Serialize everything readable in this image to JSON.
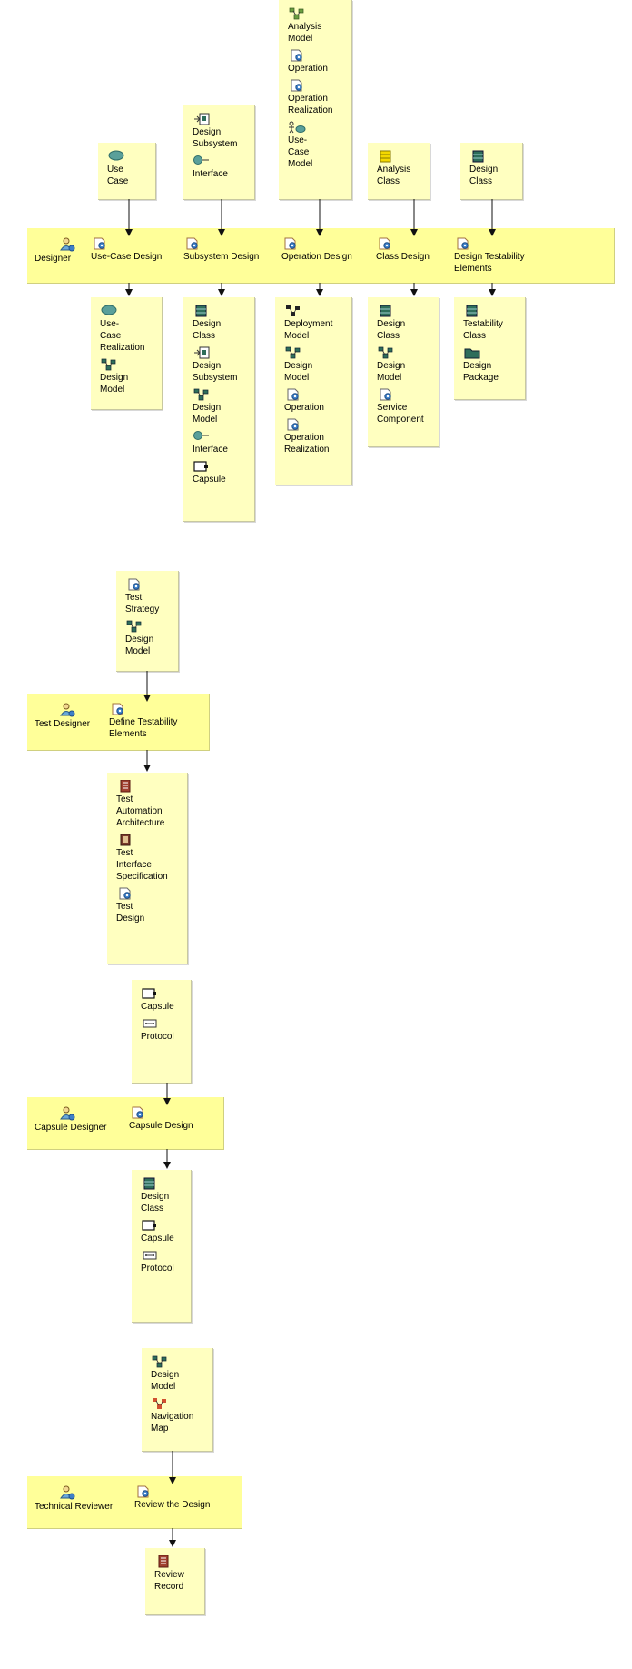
{
  "workflows": [
    {
      "role": "Designer",
      "tasks": [
        {
          "name": "Use-Case Design",
          "inputs": [
            "Use\nCase"
          ],
          "outputs": [
            "Use-\nCase\nRealization",
            "Design\nModel"
          ]
        },
        {
          "name": "Subsystem Design",
          "inputs": [
            "Design\nSubsystem",
            "Interface"
          ],
          "outputs": [
            "Design\nClass",
            "Design\nSubsystem",
            "Design\nModel",
            "Interface",
            "Capsule"
          ]
        },
        {
          "name": "Operation Design",
          "inputs": [
            "Analysis\nModel",
            "Operation",
            "Operation\nRealization",
            "Use-\nCase\nModel"
          ],
          "outputs": [
            "Deployment\nModel",
            "Design\nModel",
            "Operation",
            "Operation\nRealization"
          ]
        },
        {
          "name": "Class Design",
          "inputs": [
            "Analysis\nClass"
          ],
          "outputs": [
            "Design\nClass",
            "Design\nModel",
            "Service\nComponent"
          ]
        },
        {
          "name": "Design Testability\nElements",
          "inputs": [
            "Design\nClass"
          ],
          "outputs": [
            "Testability\nClass",
            "Design\nPackage"
          ]
        }
      ]
    },
    {
      "role": "Test Designer",
      "tasks": [
        {
          "name": "Define Testability\nElements",
          "inputs": [
            "Test\nStrategy",
            "Design\nModel"
          ],
          "outputs": [
            "Test\nAutomation\nArchitecture",
            "Test\nInterface\nSpecification",
            "Test\nDesign"
          ]
        }
      ]
    },
    {
      "role": "Capsule Designer",
      "tasks": [
        {
          "name": "Capsule Design",
          "inputs": [
            "Capsule",
            "Protocol"
          ],
          "outputs": [
            "Design\nClass",
            "Capsule",
            "Protocol"
          ]
        }
      ]
    },
    {
      "role": "Technical Reviewer",
      "tasks": [
        {
          "name": "Review the Design",
          "inputs": [
            "Design\nModel",
            "Navigation\nMap"
          ],
          "outputs": [
            "Review\nRecord"
          ]
        }
      ]
    }
  ],
  "icons": {
    "use_case": "use-case-icon",
    "design_subsystem": "subsystem-icon",
    "interface": "interface-icon",
    "analysis_model": "model-icon",
    "operation": "document-gear-icon",
    "use_case_model": "use-case-model-icon",
    "analysis_class": "analysis-class-icon",
    "design_class": "class-icon",
    "capsule": "capsule-icon",
    "protocol": "protocol-icon",
    "package": "folder-icon",
    "report": "report-icon",
    "role": "worker-icon",
    "task": "task-icon",
    "navigation_map": "navigation-map-icon"
  },
  "colors": {
    "artifact_box": "#ffffc0",
    "role_band": "#ffff99",
    "class_icon": "#2e6e5a",
    "analysis_class_icon": "#e8c800",
    "navigation_map_icon": "#d05030",
    "report_icon": "#8a3a2a"
  }
}
